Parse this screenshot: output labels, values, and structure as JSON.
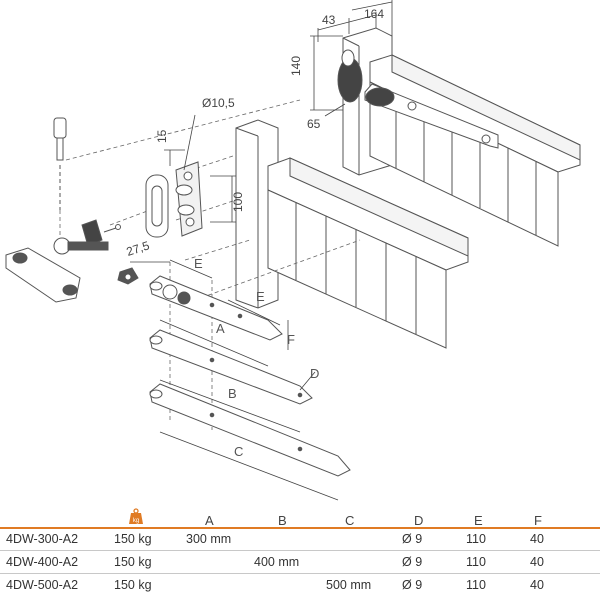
{
  "dimensions": {
    "d43": "43",
    "d164": "164",
    "d140": "140",
    "d65": "65",
    "d15": "15",
    "phi105": "Ø10,5",
    "d100": "100",
    "d275": "27,5"
  },
  "letters": {
    "a": "A",
    "b": "B",
    "c": "C",
    "d": "D",
    "e1": "E",
    "e2": "E",
    "f": "F"
  },
  "icons": {
    "weight": "weight-kg-icon",
    "weight_label": "kg"
  },
  "colors": {
    "accent": "#e07b24",
    "line": "#555555"
  },
  "table": {
    "headers": [
      "A",
      "B",
      "C",
      "D",
      "E",
      "F"
    ],
    "rows": [
      {
        "model": "4DW-300-A2",
        "load": "150 kg",
        "a": "300 mm",
        "b": "",
        "c": "",
        "d": "Ø 9",
        "e": "110",
        "f": "40"
      },
      {
        "model": "4DW-400-A2",
        "load": "150 kg",
        "a": "",
        "b": "400 mm",
        "c": "",
        "d": "Ø 9",
        "e": "110",
        "f": "40"
      },
      {
        "model": "4DW-500-A2",
        "load": "150 kg",
        "a": "",
        "b": "",
        "c": "500 mm",
        "d": "Ø 9",
        "e": "110",
        "f": "40"
      }
    ]
  }
}
